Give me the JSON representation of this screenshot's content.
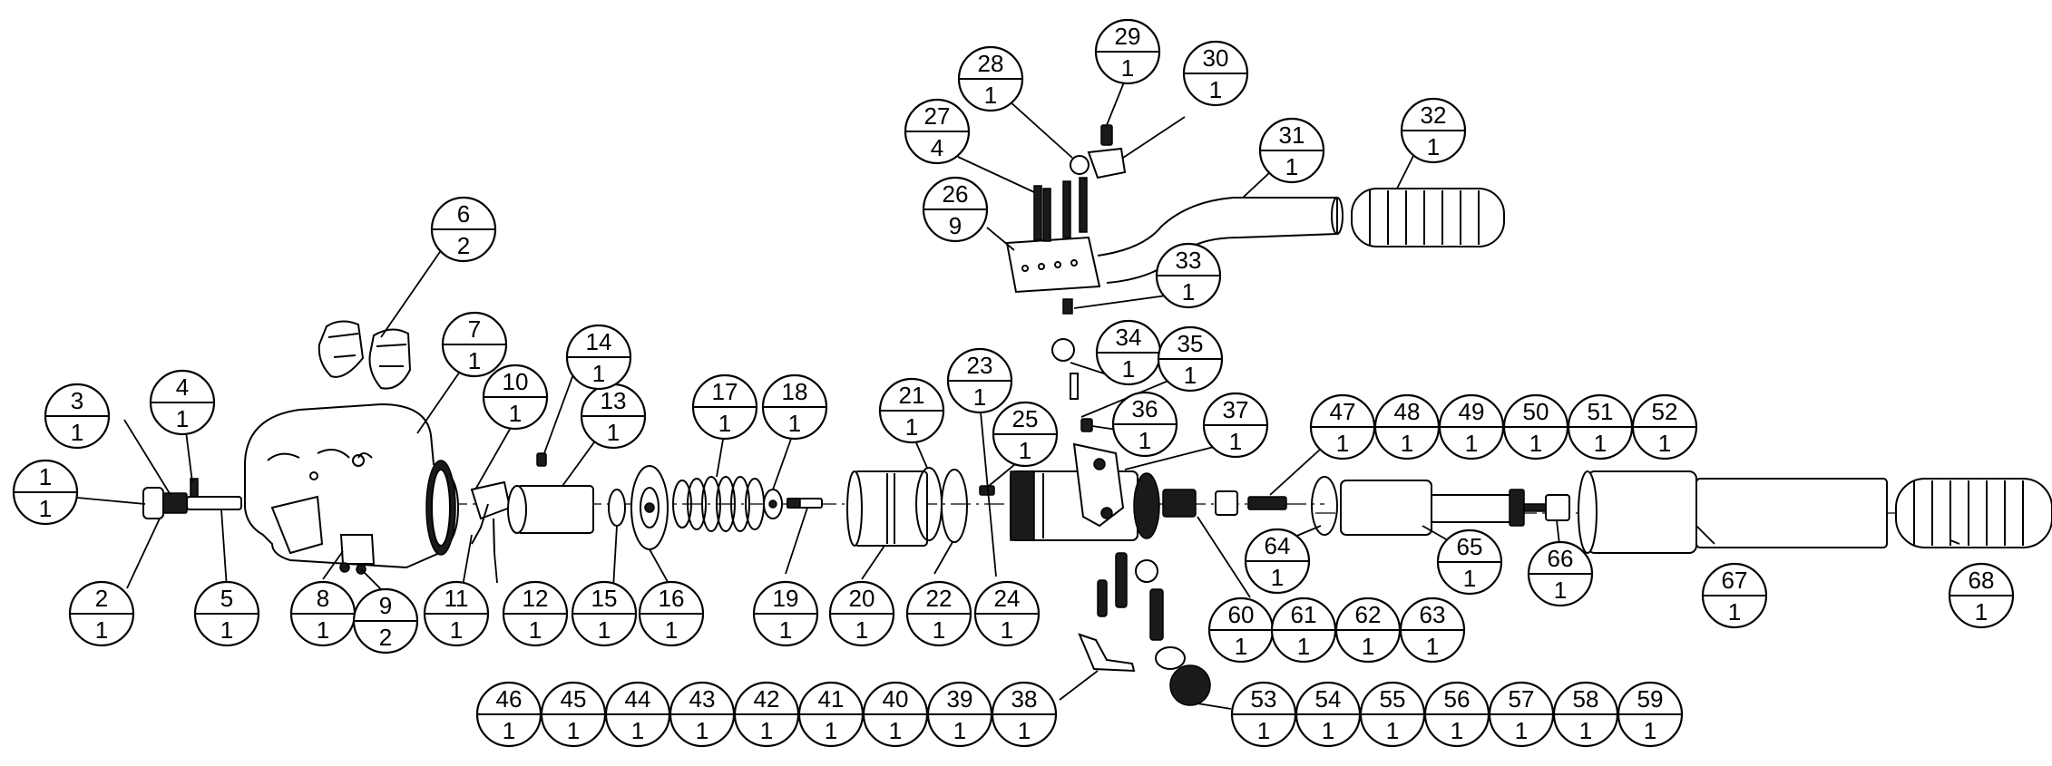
{
  "callouts": [
    {
      "num": "1",
      "qty": "1"
    },
    {
      "num": "2",
      "qty": "1"
    },
    {
      "num": "3",
      "qty": "1"
    },
    {
      "num": "4",
      "qty": "1"
    },
    {
      "num": "5",
      "qty": "1"
    },
    {
      "num": "6",
      "qty": "2"
    },
    {
      "num": "7",
      "qty": "1"
    },
    {
      "num": "8",
      "qty": "1"
    },
    {
      "num": "9",
      "qty": "2"
    },
    {
      "num": "10",
      "qty": "1"
    },
    {
      "num": "11",
      "qty": "1"
    },
    {
      "num": "12",
      "qty": "1"
    },
    {
      "num": "13",
      "qty": "1"
    },
    {
      "num": "14",
      "qty": "1"
    },
    {
      "num": "15",
      "qty": "1"
    },
    {
      "num": "16",
      "qty": "1"
    },
    {
      "num": "17",
      "qty": "1"
    },
    {
      "num": "18",
      "qty": "1"
    },
    {
      "num": "19",
      "qty": "1"
    },
    {
      "num": "20",
      "qty": "1"
    },
    {
      "num": "21",
      "qty": "1"
    },
    {
      "num": "22",
      "qty": "1"
    },
    {
      "num": "23",
      "qty": "1"
    },
    {
      "num": "24",
      "qty": "1"
    },
    {
      "num": "25",
      "qty": "1"
    },
    {
      "num": "26",
      "qty": "9"
    },
    {
      "num": "27",
      "qty": "4"
    },
    {
      "num": "28",
      "qty": "1"
    },
    {
      "num": "29",
      "qty": "1"
    },
    {
      "num": "30",
      "qty": "1"
    },
    {
      "num": "31",
      "qty": "1"
    },
    {
      "num": "32",
      "qty": "1"
    },
    {
      "num": "33",
      "qty": "1"
    },
    {
      "num": "34",
      "qty": "1"
    },
    {
      "num": "35",
      "qty": "1"
    },
    {
      "num": "36",
      "qty": "1"
    },
    {
      "num": "37",
      "qty": "1"
    },
    {
      "num": "38",
      "qty": "1"
    },
    {
      "num": "39",
      "qty": "1"
    },
    {
      "num": "40",
      "qty": "1"
    },
    {
      "num": "41",
      "qty": "1"
    },
    {
      "num": "42",
      "qty": "1"
    },
    {
      "num": "43",
      "qty": "1"
    },
    {
      "num": "44",
      "qty": "1"
    },
    {
      "num": "45",
      "qty": "1"
    },
    {
      "num": "46",
      "qty": "1"
    },
    {
      "num": "47",
      "qty": "1"
    },
    {
      "num": "48",
      "qty": "1"
    },
    {
      "num": "49",
      "qty": "1"
    },
    {
      "num": "50",
      "qty": "1"
    },
    {
      "num": "51",
      "qty": "1"
    },
    {
      "num": "52",
      "qty": "1"
    },
    {
      "num": "53",
      "qty": "1"
    },
    {
      "num": "54",
      "qty": "1"
    },
    {
      "num": "55",
      "qty": "1"
    },
    {
      "num": "56",
      "qty": "1"
    },
    {
      "num": "57",
      "qty": "1"
    },
    {
      "num": "58",
      "qty": "1"
    },
    {
      "num": "59",
      "qty": "1"
    },
    {
      "num": "60",
      "qty": "1"
    },
    {
      "num": "61",
      "qty": "1"
    },
    {
      "num": "62",
      "qty": "1"
    },
    {
      "num": "63",
      "qty": "1"
    },
    {
      "num": "64",
      "qty": "1"
    },
    {
      "num": "65",
      "qty": "1"
    },
    {
      "num": "66",
      "qty": "1"
    },
    {
      "num": "67",
      "qty": "1"
    },
    {
      "num": "68",
      "qty": "1"
    }
  ]
}
